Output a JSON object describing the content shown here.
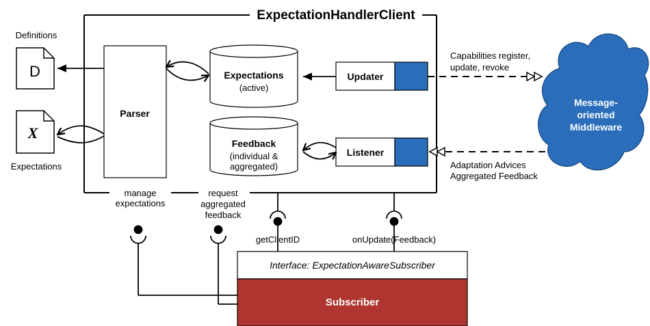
{
  "diagram": {
    "title": "ExpectationHandlerClient",
    "definitions": {
      "label": "Definitions",
      "letter": "D"
    },
    "expectations_file": {
      "label": "Expectations",
      "letter": "X"
    },
    "parser": {
      "label": "Parser"
    },
    "expectations_db": {
      "title": "Expectations",
      "subtitle": "(active)"
    },
    "feedback_db": {
      "title": "Feedback",
      "line1": "(individual &",
      "line2": "aggregated)"
    },
    "updater": {
      "label": "Updater"
    },
    "listener": {
      "label": "Listener"
    },
    "cloud": {
      "line1": "Message-",
      "line2": "oriented",
      "line3": "Middleware"
    },
    "messages_out": {
      "line1": "Capabilities register,",
      "line2": "update, revoke"
    },
    "messages_in": {
      "line1": "Adaptation Advices",
      "line2": "Aggregated Feedback"
    },
    "ports": {
      "manage": {
        "line1": "manage",
        "line2": "expectations"
      },
      "request": {
        "line1": "request",
        "line2": "aggregated",
        "line3": "feedback"
      },
      "client_id": {
        "label": "getClientID"
      },
      "on_update": {
        "label": "onUpdate(Feedback)"
      }
    },
    "interface": {
      "label": "Interface: ExpectationAwareSubscriber"
    },
    "subscriber": {
      "label": "Subscriber"
    },
    "colors": {
      "blue": "#2a6ebb",
      "red": "#ae3530"
    }
  }
}
